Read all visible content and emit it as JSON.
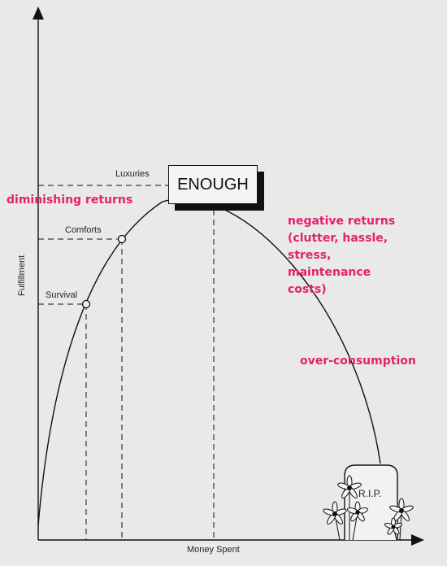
{
  "axes": {
    "x_label": "Money Spent",
    "y_label": "Fulfillment"
  },
  "levels": {
    "survival": "Survival",
    "comforts": "Comforts",
    "luxuries": "Luxuries",
    "enough": "ENOUGH"
  },
  "tombstone": "R.I.P.",
  "annotations": {
    "diminishing": "diminishing returns",
    "negative": [
      "negative returns",
      "(clutter, hassle,",
      "stress,",
      "maintenance",
      "costs)"
    ],
    "overconsumption": "over-consumption"
  },
  "colors": {
    "annotation": "#e5206e",
    "ink": "#111111",
    "paper": "#e9e9e7"
  }
}
